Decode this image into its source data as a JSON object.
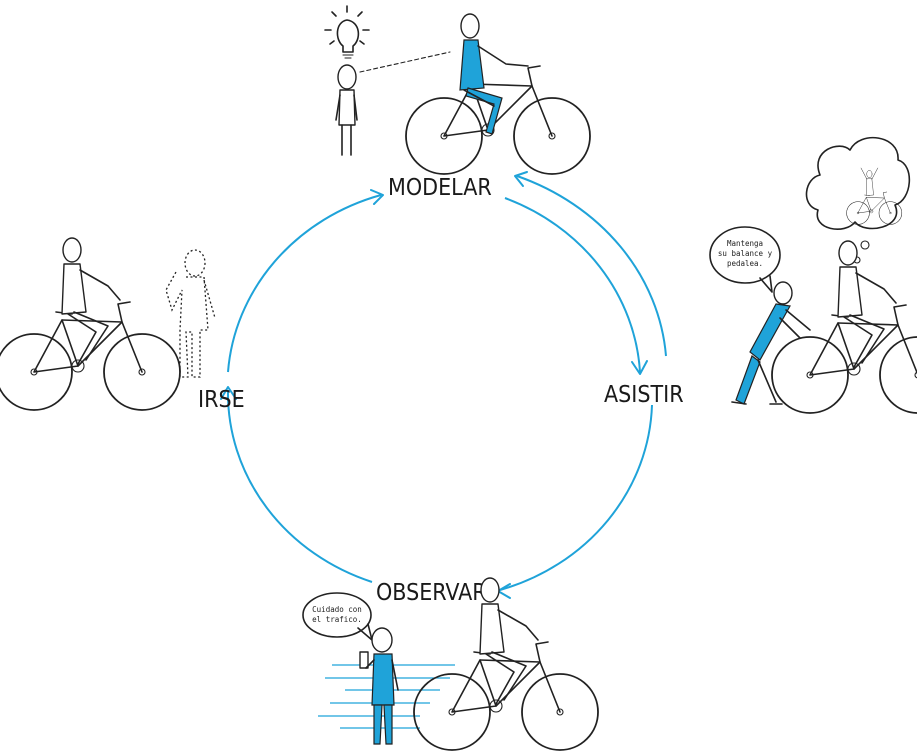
{
  "cycle": {
    "stages": {
      "top": "MODELAR",
      "right": "ASISTIR",
      "bottom": "OBSERVAR",
      "left": "IRSE"
    },
    "accent_color": "#1fa3d9"
  },
  "bubbles": {
    "assist": [
      "Mantenga",
      "su balance y",
      "pedalea."
    ],
    "observe": [
      "Cuidado con",
      "el trafico."
    ]
  },
  "icons": [
    "lightbulb-icon",
    "bicycle-icon",
    "person-icon",
    "thought-cloud-icon",
    "speech-bubble-icon"
  ]
}
